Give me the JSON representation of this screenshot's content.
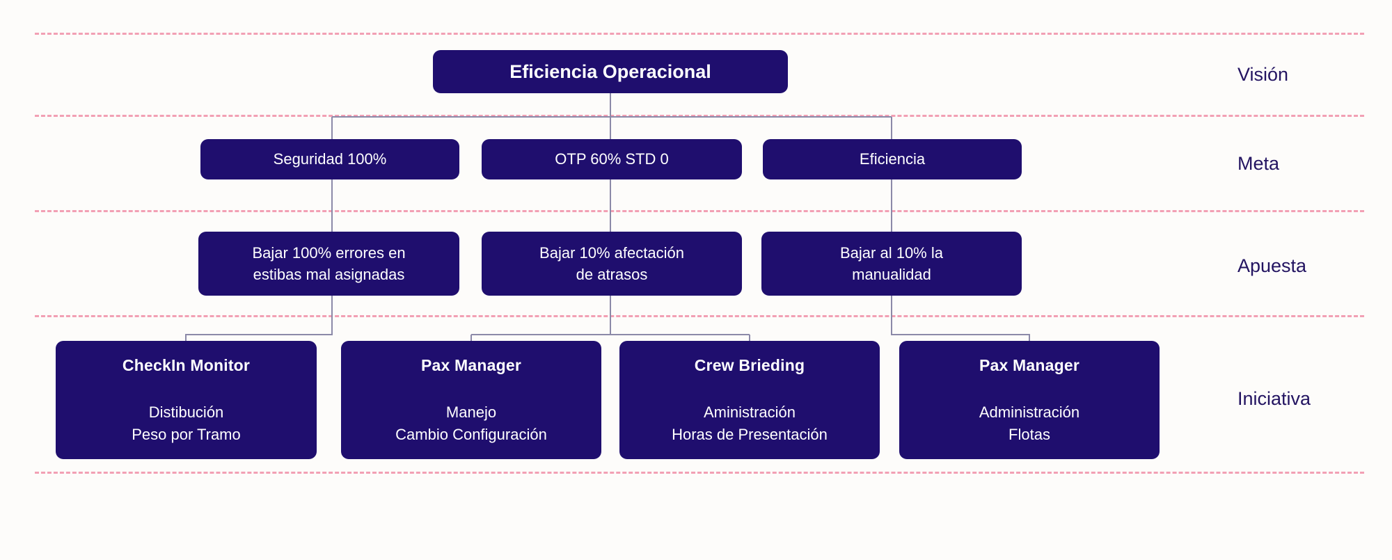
{
  "diagram": {
    "colors": {
      "node_fill": "#1F0E6E",
      "node_text": "#FFFFFF",
      "divider": "#F2A0B4",
      "connector": "#8B89A8",
      "band_label_text": "#231461",
      "background": "#FDFCFA"
    },
    "vision": {
      "label": "Eficiencia Operacional"
    },
    "bands": [
      {
        "name": "Visión"
      },
      {
        "name": "Meta"
      },
      {
        "name": "Apuesta"
      },
      {
        "name": "Iniciativa"
      }
    ],
    "meta": [
      {
        "label": "Seguridad 100%"
      },
      {
        "label": "OTP 60% STD 0"
      },
      {
        "label": "Eficiencia"
      }
    ],
    "apuesta": [
      {
        "line1": "Bajar 100% errores en",
        "line2": "estibas mal asignadas"
      },
      {
        "line1": "Bajar 10% afectación",
        "line2": "de atrasos"
      },
      {
        "line1": "Bajar al 10% la",
        "line2": "manualidad"
      }
    ],
    "iniciativa": [
      {
        "title": "CheckIn Monitor",
        "line1": "Distibución",
        "line2": "Peso por Tramo"
      },
      {
        "title": "Pax Manager",
        "line1": "Manejo",
        "line2": "Cambio Configuración"
      },
      {
        "title": "Crew Brieding",
        "line1": "Aministración",
        "line2": "Horas de Presentación"
      },
      {
        "title": "Pax Manager",
        "line1": "Administración",
        "line2": "Flotas"
      }
    ]
  }
}
